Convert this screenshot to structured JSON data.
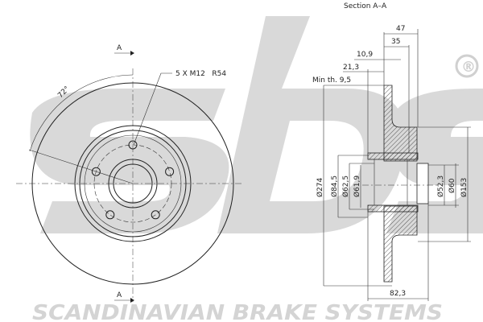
{
  "watermark": {
    "brand_text": "SCANDINAVIAN BRAKE SYSTEMS",
    "logo": "sbs",
    "registered_mark": "®"
  },
  "front_view": {
    "section_marker_top": "A",
    "section_marker_bottom": "A",
    "bolt_note": "5 X M12   R54",
    "angle": "72°"
  },
  "section_view": {
    "title": "Section A–A",
    "dimensions": {
      "d47": "47",
      "d35": "35",
      "d10_9": "10,9",
      "d21_3": "21,3",
      "min_thickness": "Min th. 9,5",
      "dia274": "Ø274",
      "dia84_5": "Ø84,5",
      "dia62_5": "Ø62,5",
      "dia61_9": "Ø61,9",
      "dia52_3": "Ø52,3",
      "dia60": "Ø60",
      "dia153": "Ø153",
      "d82_3": "82,3"
    }
  }
}
